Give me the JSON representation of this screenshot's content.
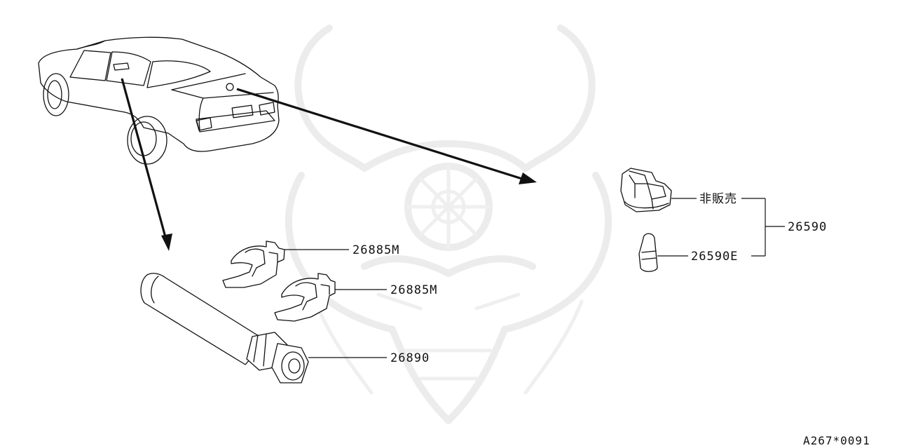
{
  "labels": {
    "clip_a": "26885M",
    "clip_b": "26885M",
    "lamp_assy": "26590",
    "not_sold": "非販売",
    "bulb": "26590E",
    "lens": "26890"
  },
  "diagram_code": "A267*0091",
  "colors": {
    "line": "#111111",
    "watermark": "#ececec",
    "background": "#ffffff"
  }
}
